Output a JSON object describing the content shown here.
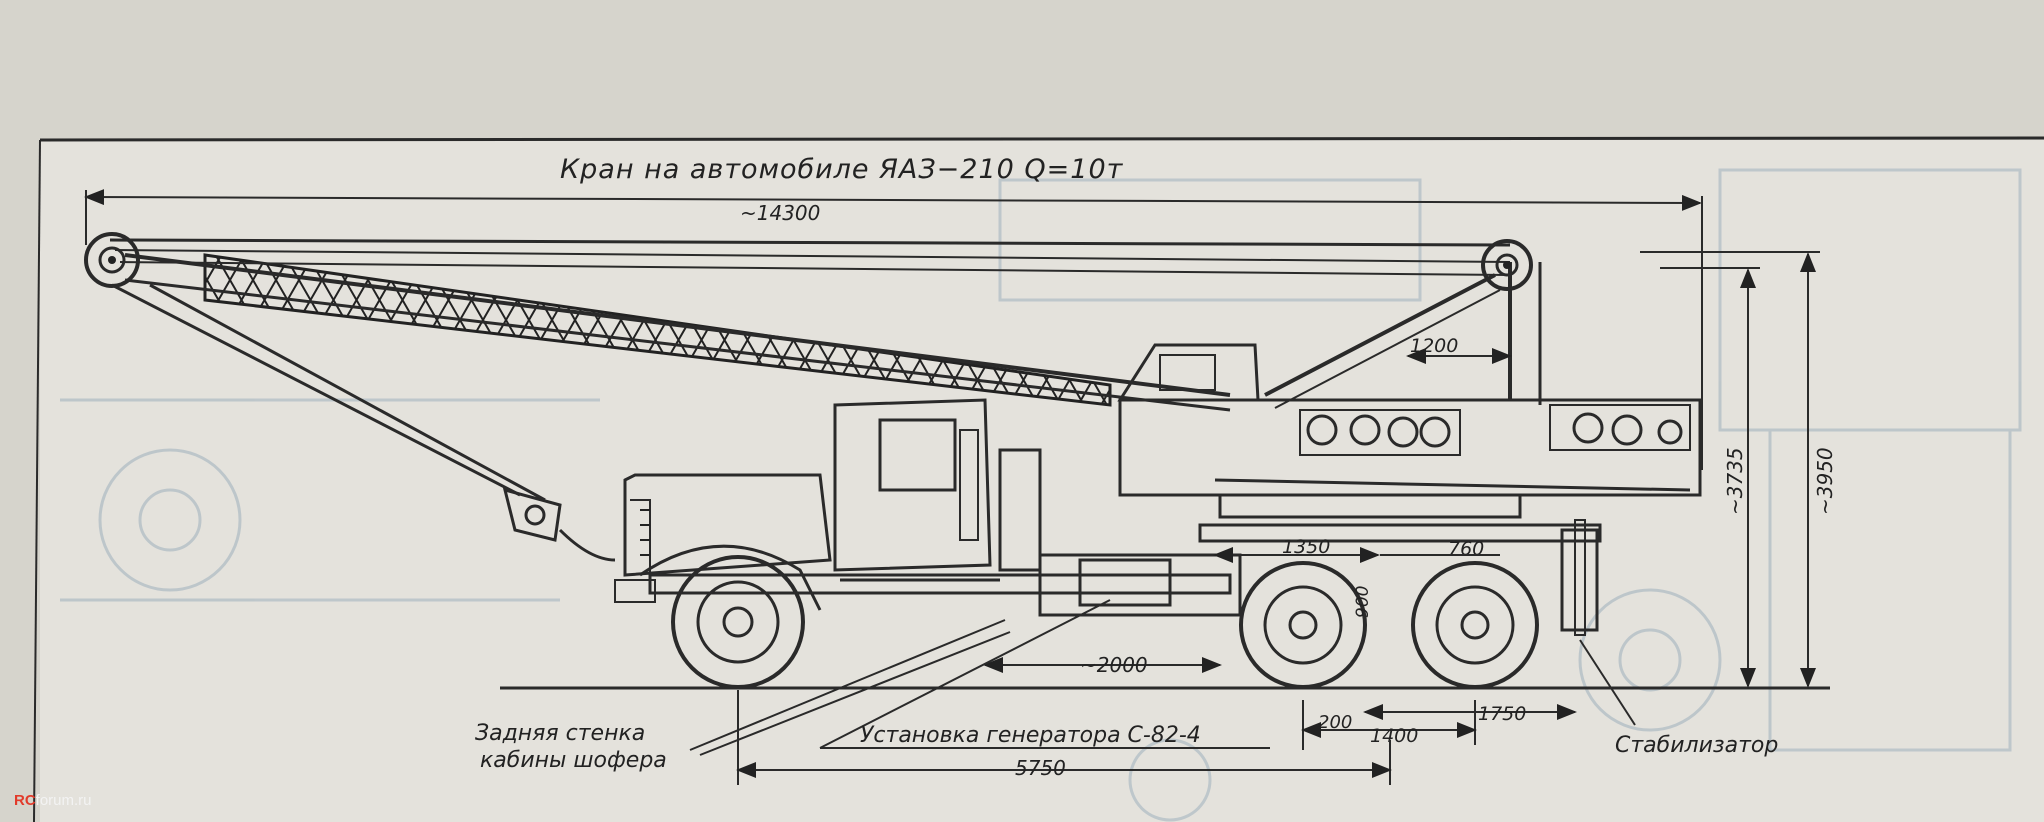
{
  "title": "Кран на автомобиле  ЯАЗ−210  Q=10т",
  "dimensions": {
    "boom_length": "~14300",
    "d1200": "1200",
    "d1350": "1350",
    "d760": "760",
    "d900": "900",
    "d2000": "~2000",
    "d200": "200",
    "d1400": "1400",
    "d1750": "1750",
    "d5750": "5750",
    "d3735": "~3735",
    "d3950": "~3950"
  },
  "callouts": {
    "rear_wall_line1": "Задняя стенка",
    "rear_wall_line2": "кабины шофера",
    "generator": "Установка генератора С-82-4",
    "stabilizer": "Стабилизатор"
  },
  "watermark": {
    "prefix": "RC",
    "suffix": "forum.ru"
  }
}
